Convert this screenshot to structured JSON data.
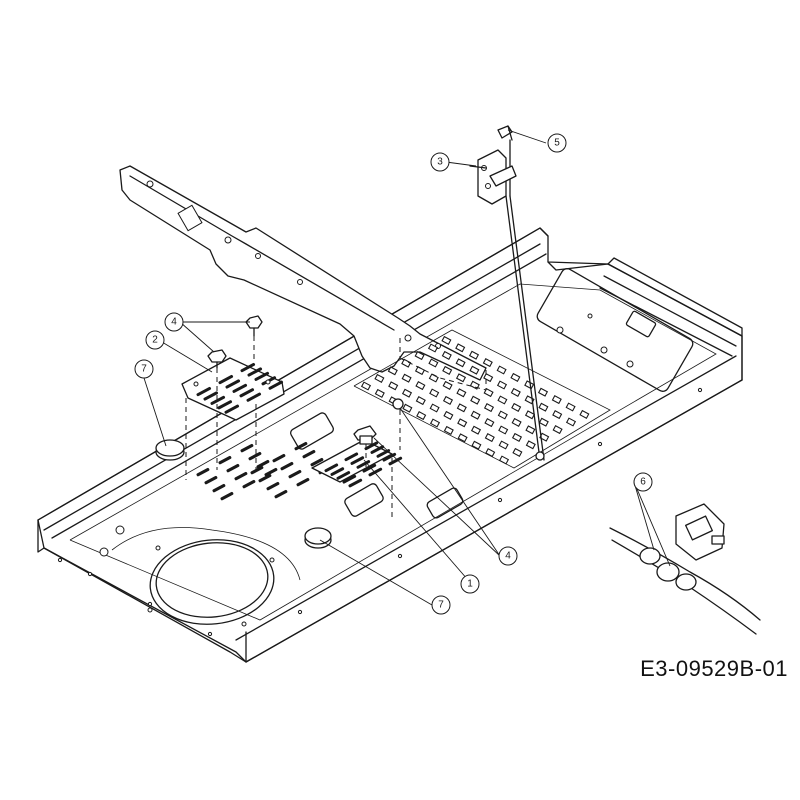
{
  "drawing_number": "E3-09529B-01",
  "callouts": [
    {
      "id": "c1",
      "label": "1"
    },
    {
      "id": "c2",
      "label": "2",
      "highlight_color": "#e6c200"
    },
    {
      "id": "c3",
      "label": "3"
    },
    {
      "id": "c4a",
      "label": "4"
    },
    {
      "id": "c4b",
      "label": "4"
    },
    {
      "id": "c5",
      "label": "5"
    },
    {
      "id": "c6",
      "label": "6"
    },
    {
      "id": "c7a",
      "label": "7"
    },
    {
      "id": "c7b",
      "label": "7"
    }
  ]
}
